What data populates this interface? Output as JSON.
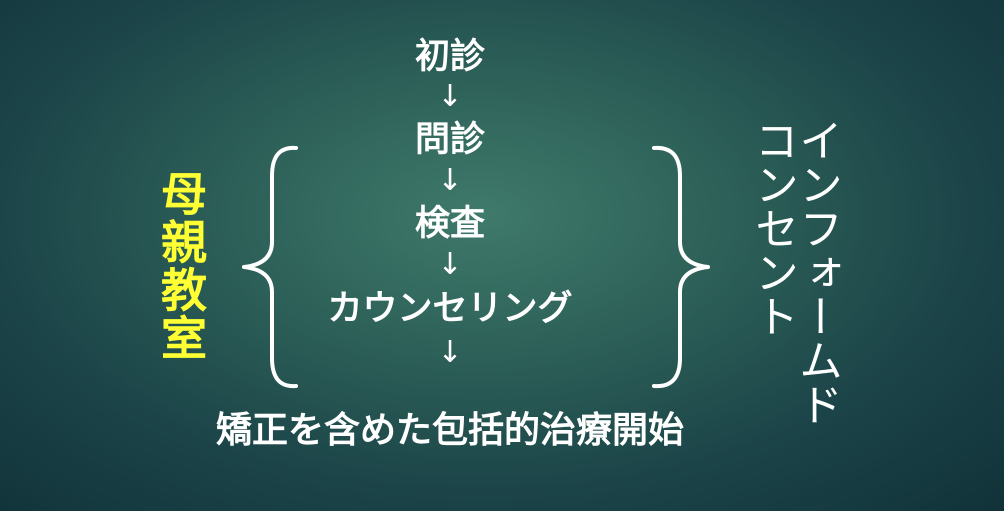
{
  "flow": {
    "steps": [
      "初診",
      "問診",
      "検査",
      "カウンセリング"
    ],
    "arrow": "↓"
  },
  "left_label": "母親教室",
  "right_label": "インフォームドコンセント",
  "footer": "矯正を含めた包括的治療開始",
  "colors": {
    "background": "#2c5f57",
    "text": "#ffffff",
    "highlight": "#ffff33"
  }
}
